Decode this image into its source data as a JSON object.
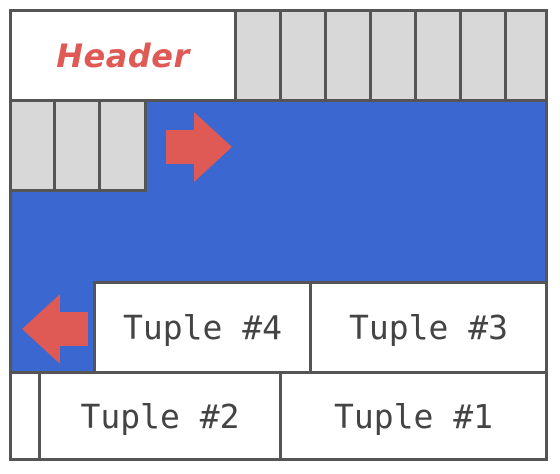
{
  "header": {
    "label": "Header"
  },
  "slot_array": {
    "row1_slots": 7,
    "row2_slots": 3
  },
  "tuples": [
    {
      "label": "Tuple #4"
    },
    {
      "label": "Tuple #3"
    },
    {
      "label": "Tuple #2"
    },
    {
      "label": "Tuple #1"
    }
  ],
  "colors": {
    "free_space": "#3a67d0",
    "slot": "#d8d8d8",
    "arrow": "#e05a55",
    "border": "#555555",
    "header_text": "#e05a55"
  },
  "arrows": [
    {
      "name": "slot-growth-arrow",
      "direction": "right"
    },
    {
      "name": "tuple-growth-arrow",
      "direction": "left"
    }
  ]
}
